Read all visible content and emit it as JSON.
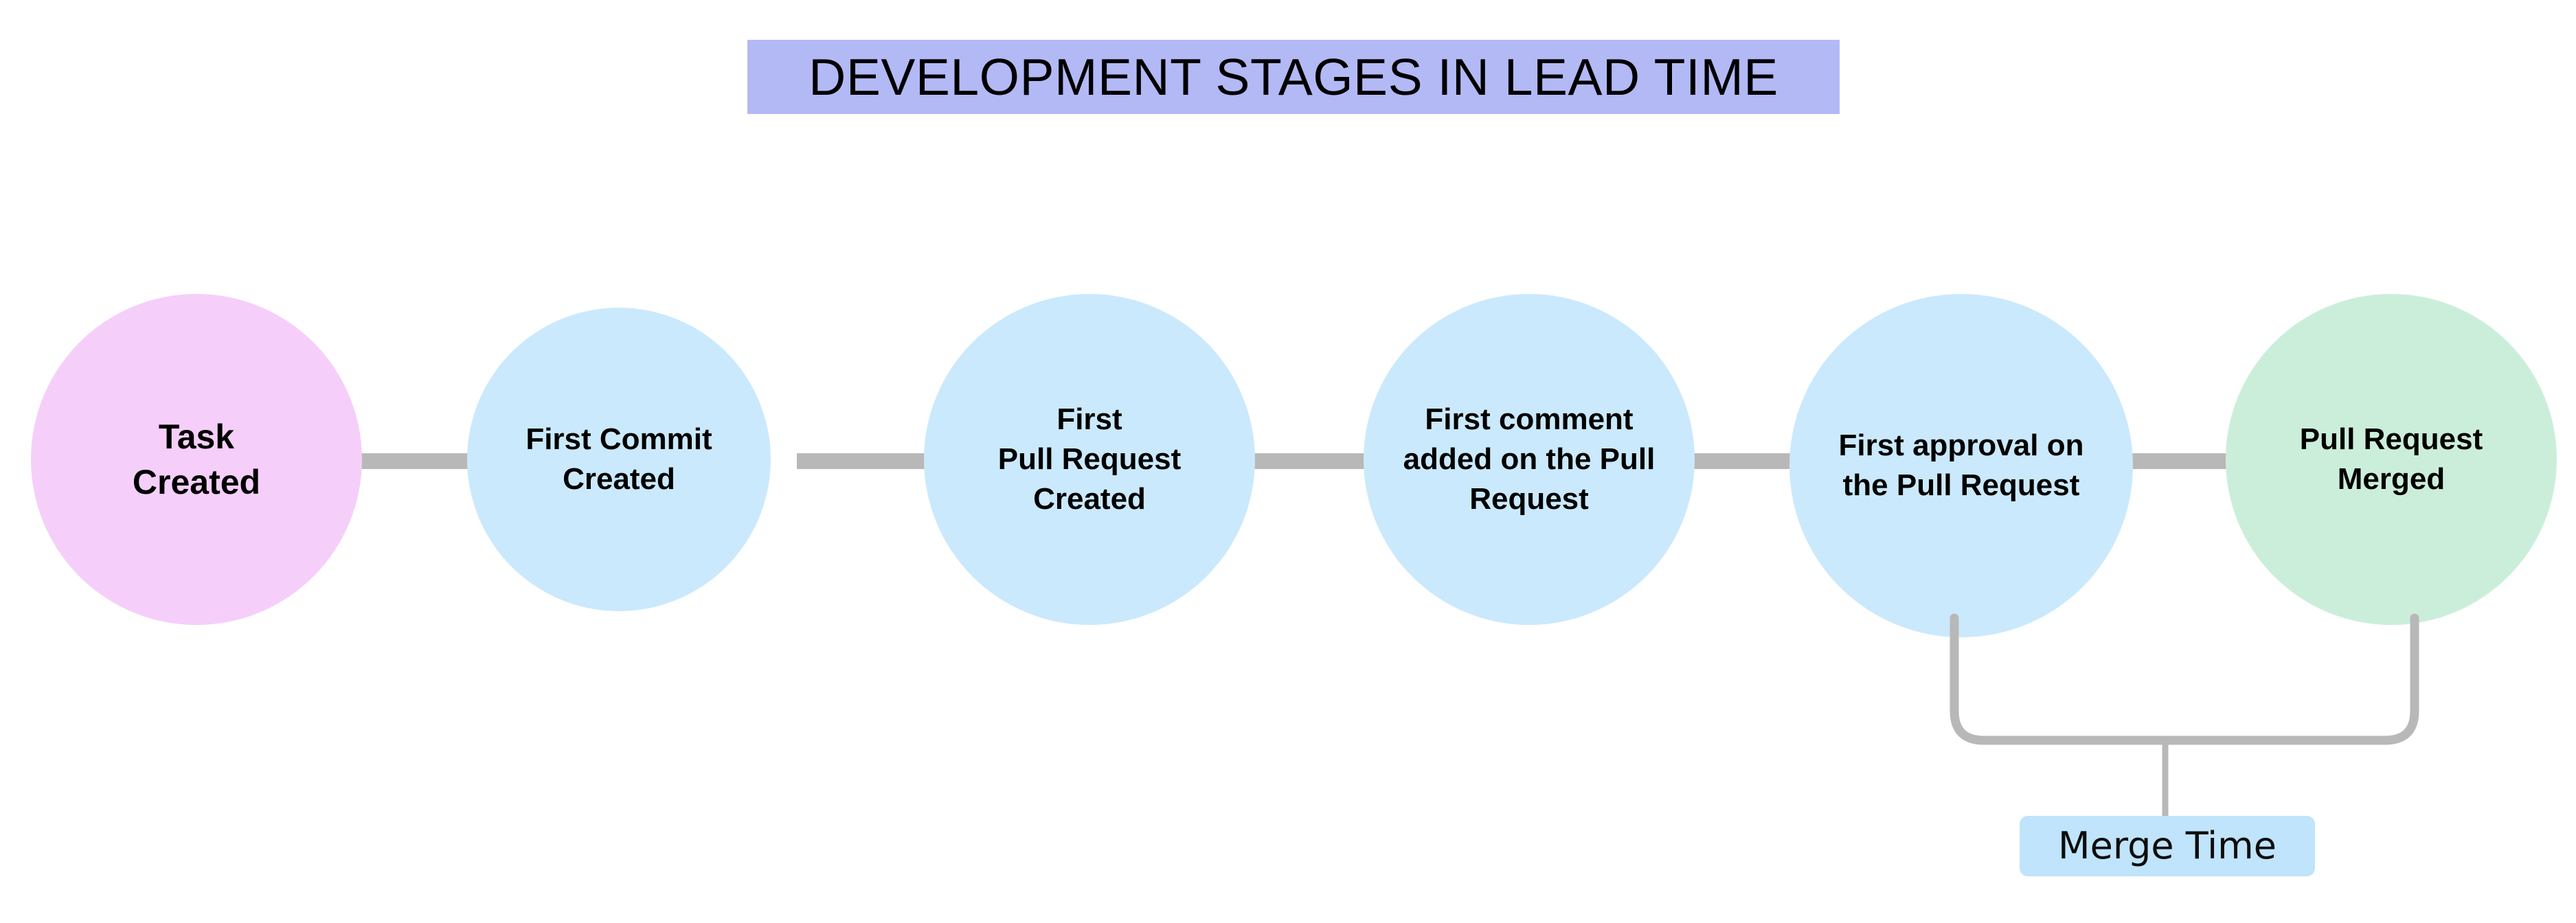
{
  "title": {
    "text": "DEVELOPMENT STAGES IN LEAD TIME",
    "banner_color": "#b3b9f5",
    "text_color": "#000000"
  },
  "diagram": {
    "type": "process-flow-timeline",
    "orientation": "horizontal",
    "connector_color": "#b8b8b8",
    "stages": [
      {
        "id": "task-created",
        "label": "Task\nCreated",
        "color": "#f5cffa",
        "order": 1
      },
      {
        "id": "first-commit-created",
        "label": "First Commit\nCreated",
        "color": "#cbe9fc",
        "order": 2
      },
      {
        "id": "first-pull-request-created",
        "label": "First\nPull Request\nCreated",
        "color": "#cbe9fc",
        "order": 3
      },
      {
        "id": "first-comment-added",
        "label": "First comment\nadded on the Pull\nRequest",
        "color": "#cbe9fc",
        "order": 4
      },
      {
        "id": "first-approval",
        "label": "First approval on\nthe Pull Request",
        "color": "#cbe9fc",
        "order": 5
      },
      {
        "id": "pull-request-merged",
        "label": "Pull Request\nMerged",
        "color": "#cbeeda",
        "order": 6
      }
    ],
    "annotation": {
      "id": "merge-time",
      "label": "Merge Time",
      "box_color": "#bfe4fb",
      "bracket_color": "#b8b8b8",
      "spans_from": "first-approval",
      "spans_to": "pull-request-merged"
    }
  }
}
